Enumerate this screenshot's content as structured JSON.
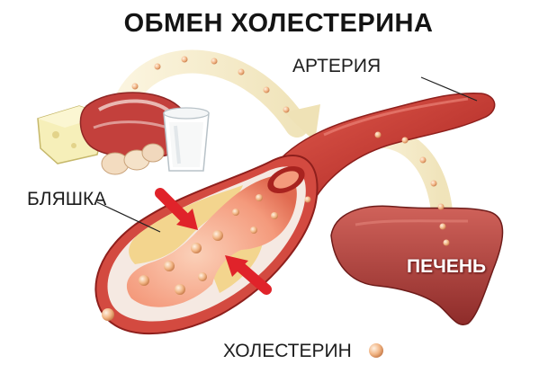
{
  "title": "ОБМЕН ХОЛЕСТЕРИНА",
  "labels": {
    "artery": "АРТЕРИЯ",
    "plaque": "БЛЯШКА",
    "liver": "ПЕЧЕНЬ",
    "cholesterol": "ХОЛЕСТЕРИН"
  },
  "colors": {
    "artery_red": "#c8322f",
    "artery_inner": "#f6b09a",
    "plaque_yellow": "#f3d58e",
    "liver": "#b3443e",
    "cholesterol_particle": "#f1b483",
    "arrow_red": "#e0232a",
    "flow_arrow": "#f2e7c8"
  }
}
